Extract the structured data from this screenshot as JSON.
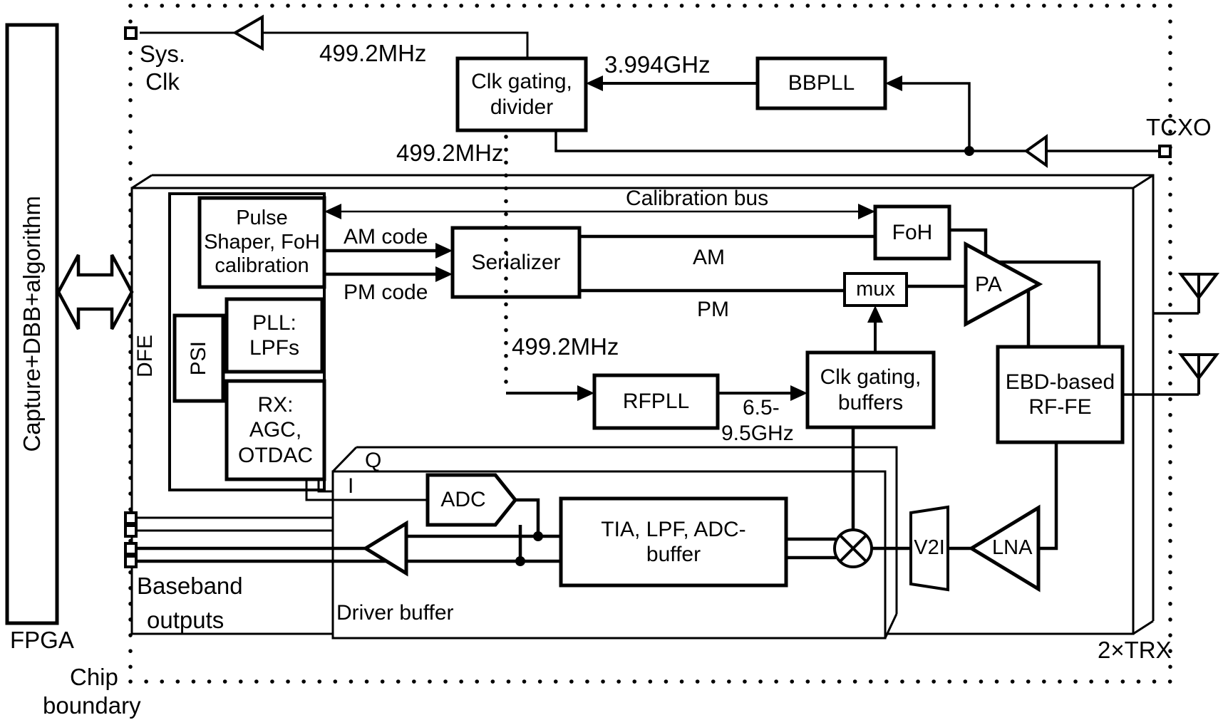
{
  "colors": {
    "ink": "#000000",
    "paper": "#ffffff"
  },
  "fpga": {
    "block_label": "Capture+DBB+algorithm",
    "caption": "FPGA"
  },
  "boundary": {
    "chip": "Chip",
    "boundary": "boundary"
  },
  "clock": {
    "sys_clk_line1": "Sys.",
    "sys_clk_line2": "Clk",
    "freq_sys_out": "499.2MHz",
    "divider_line1": "Clk gating,",
    "divider_line2": "divider",
    "freq_divider_in": "3.994GHz",
    "bbpll": "BBPLL",
    "tcxo": "TCXO",
    "freq_chip_in": "499.2MHz"
  },
  "chip": {
    "calibration_bus": "Calibration bus",
    "dfe": "DFE",
    "psi": "PSI",
    "pulse_shaper_line1": "Pulse",
    "pulse_shaper_line2": "Shaper, FoH",
    "pulse_shaper_line3": "calibration",
    "pll_line1": "PLL:",
    "pll_line2": "LPFs",
    "rx_line1": "RX:",
    "rx_line2": "AGC,",
    "rx_line3": "OTDAC",
    "am_code": "AM code",
    "pm_code": "PM code",
    "serializer": "Serializer",
    "am": "AM",
    "pm": "PM",
    "foh": "FoH",
    "mux": "mux",
    "pa": "PA",
    "ebd_line1": "EBD-based",
    "ebd_line2": "RF-FE",
    "freq_rfpll_in": "499.2MHz",
    "rfpll": "RFPLL",
    "lo_range_line1": "6.5-",
    "lo_range_line2": "9.5GHz",
    "clk_buffers_line1": "Clk gating,",
    "clk_buffers_line2": "buffers",
    "q": "Q",
    "i": "I",
    "adc": "ADC",
    "tia_line1": "TIA, LPF, ADC-",
    "tia_line2": "buffer",
    "driver_buffer": "Driver buffer",
    "v2i": "V2I",
    "lna": "LNA",
    "baseband_line1": "Baseband",
    "baseband_line2": "outputs",
    "trx": "2×TRX"
  }
}
